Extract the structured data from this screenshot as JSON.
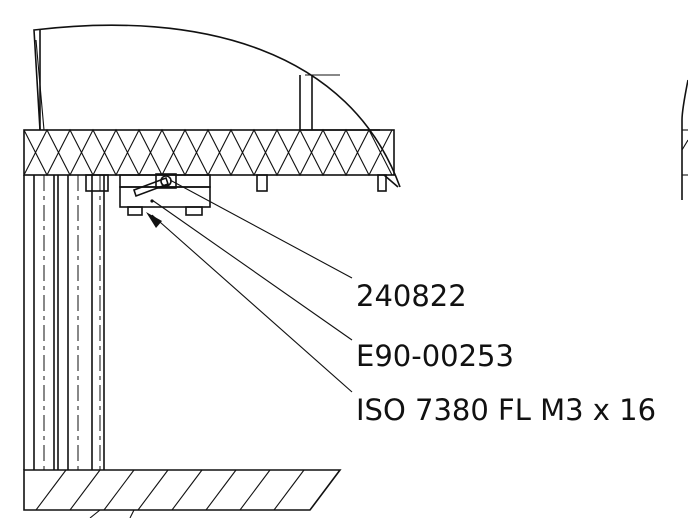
{
  "callouts": [
    {
      "id": "c1",
      "label": "240822"
    },
    {
      "id": "c2",
      "label": "E90-00253"
    },
    {
      "id": "c3",
      "label": "ISO 7380 FL M3 x 16"
    }
  ],
  "colors": {
    "line": "#111111",
    "background": "#ffffff"
  }
}
